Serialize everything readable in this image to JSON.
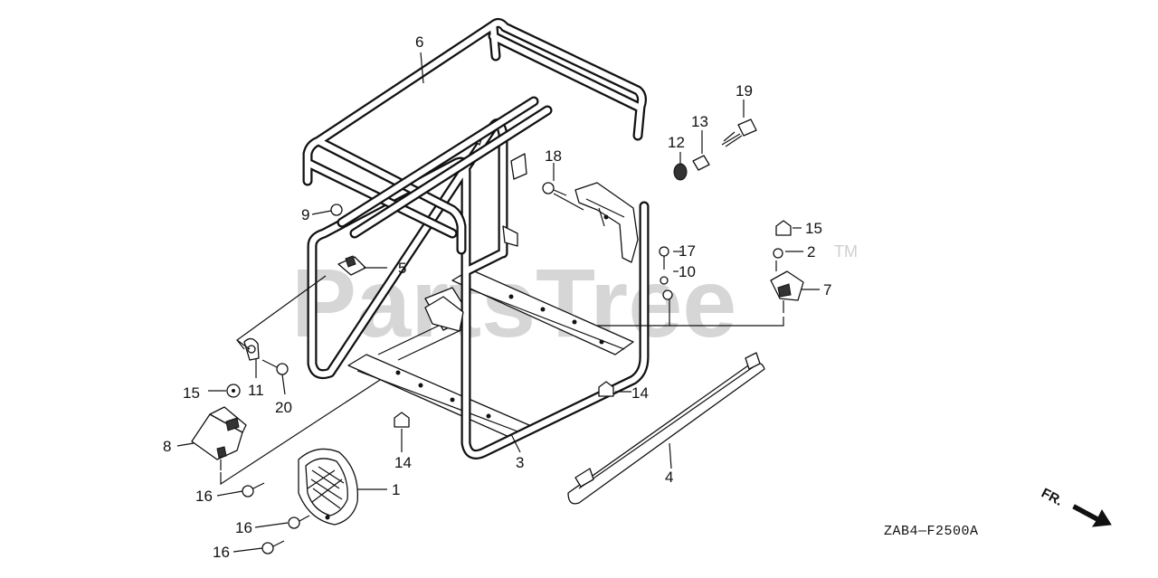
{
  "watermark": {
    "text": "PartsTree",
    "trademark": "TM"
  },
  "diagram_code": "ZAB4—F2500A",
  "direction_marker": "FR.",
  "callouts": {
    "c1": "1",
    "c2": "2",
    "c3": "3",
    "c4": "4",
    "c5": "5",
    "c6": "6",
    "c7": "7",
    "c8": "8",
    "c9": "9",
    "c10": "10",
    "c11": "11",
    "c12": "12",
    "c13": "13",
    "c14a": "14",
    "c14b": "14",
    "c15a": "15",
    "c15b": "15",
    "c16a": "16",
    "c16b": "16",
    "c16c": "16",
    "c17": "17",
    "c18": "18",
    "c19": "19",
    "c20": "20"
  }
}
